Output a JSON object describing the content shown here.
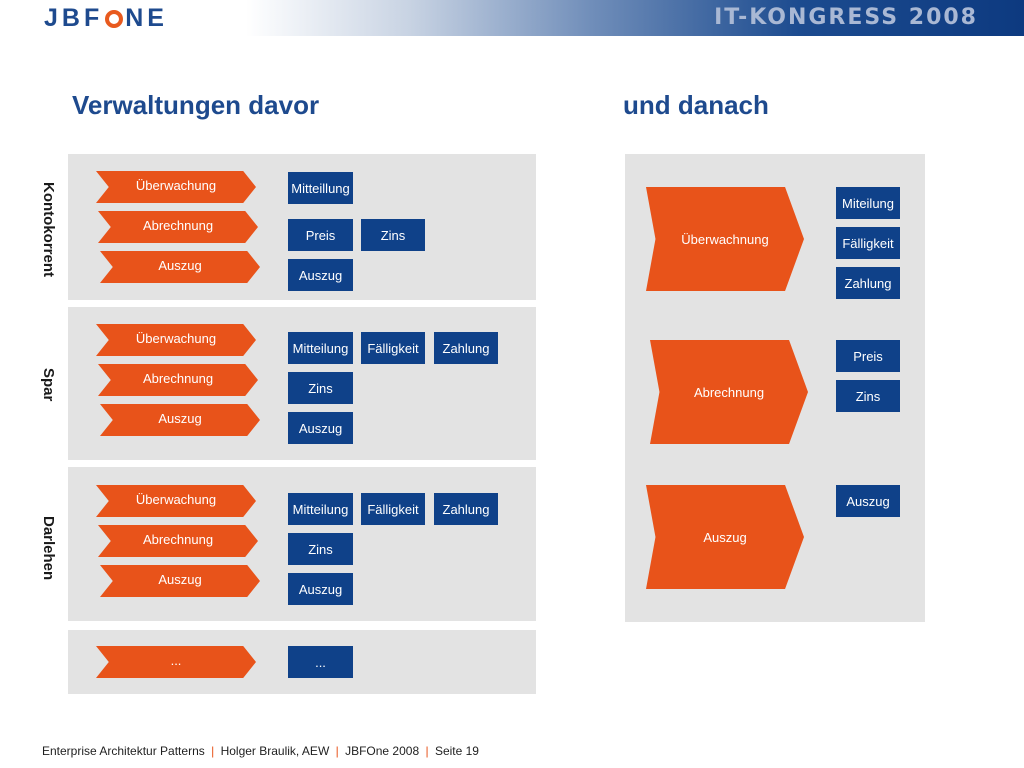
{
  "header": {
    "logo": "JBFONE",
    "congress": "IT-KONGRESS 2008"
  },
  "titles": {
    "left": "Verwaltungen davor",
    "right": "und danach"
  },
  "left_sections": [
    {
      "label": "Kontokorrent",
      "chevrons": [
        "Überwachung",
        "Abrechnung",
        "Auszug"
      ],
      "boxes": [
        "Mitteillung",
        "Preis",
        "Zins",
        "Auszug"
      ]
    },
    {
      "label": "Spar",
      "chevrons": [
        "Überwachung",
        "Abrechnung",
        "Auszug"
      ],
      "boxes": [
        "Mitteilung",
        "Fälligkeit",
        "Zahlung",
        "Zins",
        "Auszug"
      ]
    },
    {
      "label": "Darlehen",
      "chevrons": [
        "Überwachung",
        "Abrechnung",
        "Auszug"
      ],
      "boxes": [
        "Mitteilung",
        "Fälligkeit",
        "Zahlung",
        "Zins",
        "Auszug"
      ]
    },
    {
      "label": "",
      "chevrons": [
        "..."
      ],
      "boxes": [
        "..."
      ]
    }
  ],
  "right_groups": [
    {
      "chevron": "Überwachnung",
      "boxes": [
        "Miteilung",
        "Fälligkeit",
        "Zahlung"
      ]
    },
    {
      "chevron": "Abrechnung",
      "boxes": [
        "Preis",
        "Zins"
      ]
    },
    {
      "chevron": "Auszug",
      "boxes": [
        "Auszug"
      ]
    }
  ],
  "footer": {
    "part1": "Enterprise Architektur Patterns",
    "part2": "Holger Braulik, AEW",
    "part3": "JBFOne 2008",
    "part4": "Seite 19",
    "separator": "|"
  },
  "colors": {
    "brand_blue": "#0f4189",
    "accent_orange": "#e8531a",
    "panel_grey": "#e3e3e3"
  }
}
